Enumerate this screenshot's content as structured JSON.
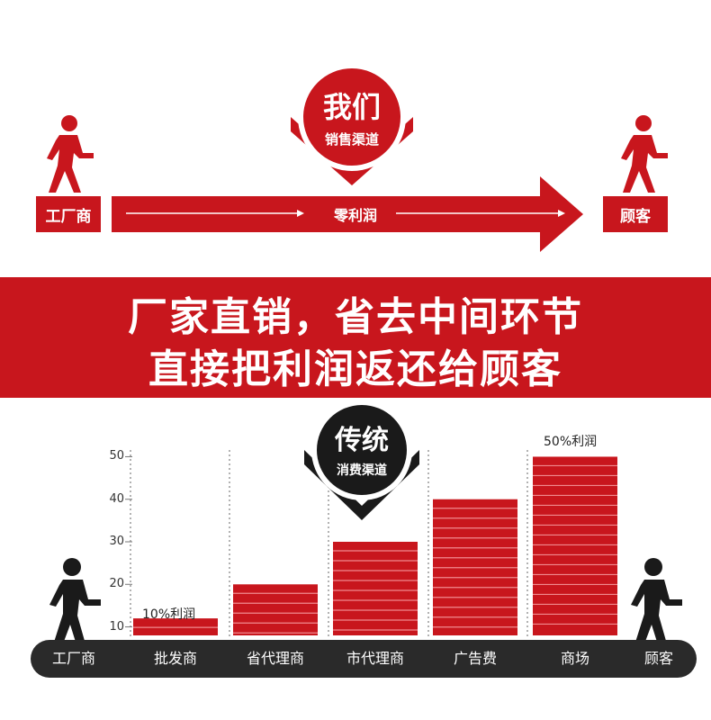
{
  "top": {
    "badge_title": "我们",
    "badge_subtitle": "销售渠道",
    "left_label": "工厂商",
    "middle_label": "零利润",
    "right_label": "顾客"
  },
  "banner": {
    "line1": "厂家直销，省去中间环节",
    "line2": "直接把利润返还给顾客"
  },
  "bottom": {
    "badge_title": "传统",
    "badge_subtitle": "消费渠道",
    "left_label": "工厂商",
    "right_label": "顾客"
  },
  "colors": {
    "red": "#c8161d",
    "dark": "#2a2a2a",
    "stripe": "#f08a8e"
  },
  "icons": [
    "walking-person-icon",
    "arrow-right-icon",
    "chevron-down-badge-icon"
  ],
  "chart_data": {
    "type": "bar",
    "categories": [
      "批发商",
      "省代理商",
      "市代理商",
      "广告费",
      "商场"
    ],
    "values": [
      12,
      20,
      30,
      40,
      50
    ],
    "yticks": [
      10,
      20,
      30,
      40,
      50
    ],
    "ylim": [
      8,
      52
    ],
    "annotations": [
      {
        "category": "批发商",
        "text": "10%利润"
      },
      {
        "category": "商场",
        "text": "50%利润"
      }
    ]
  }
}
